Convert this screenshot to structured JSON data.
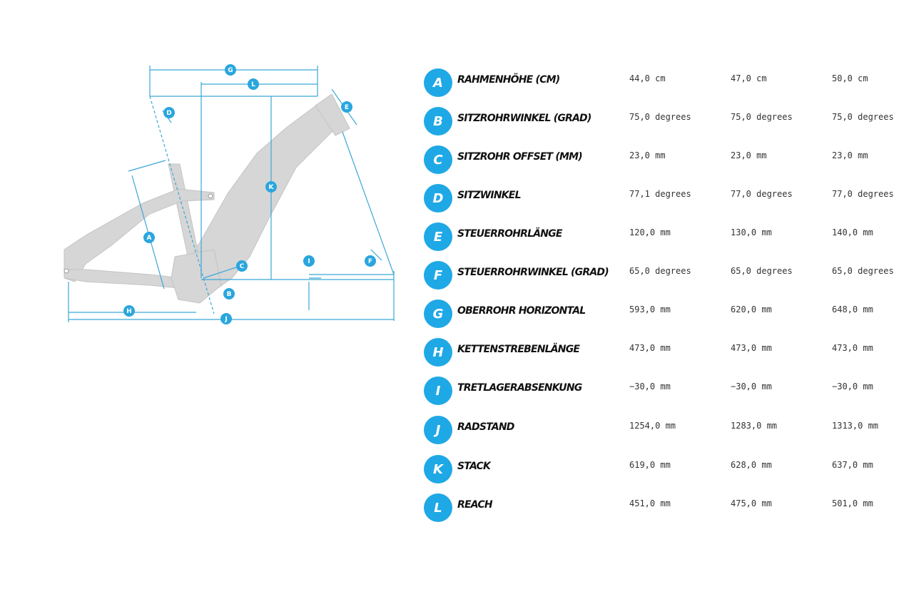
{
  "diagram": {
    "markers": [
      "A",
      "B",
      "C",
      "D",
      "E",
      "F",
      "G",
      "H",
      "I",
      "J",
      "K",
      "L"
    ]
  },
  "rows": [
    {
      "letter": "A",
      "label": "Rahmenhöhe (cm)",
      "values": [
        "44,0 cm",
        "47,0 cm",
        "50,0 cm"
      ]
    },
    {
      "letter": "B",
      "label": "Sitzrohrwinkel (Grad)",
      "values": [
        "75,0 degrees",
        "75,0 degrees",
        "75,0 degrees"
      ]
    },
    {
      "letter": "C",
      "label": "Sitzrohr Offset (mm)",
      "values": [
        "23,0 mm",
        "23,0 mm",
        "23,0 mm"
      ]
    },
    {
      "letter": "D",
      "label": "Sitzwinkel",
      "values": [
        "77,1 degrees",
        "77,0 degrees",
        "77,0 degrees"
      ]
    },
    {
      "letter": "E",
      "label": "Steuerrohrlänge",
      "values": [
        "120,0 mm",
        "130,0 mm",
        "140,0 mm"
      ]
    },
    {
      "letter": "F",
      "label": "Steuerrohrwinkel (Grad)",
      "values": [
        "65,0 degrees",
        "65,0 degrees",
        "65,0 degrees"
      ]
    },
    {
      "letter": "G",
      "label": "Oberrohr horizontal",
      "values": [
        "593,0 mm",
        "620,0 mm",
        "648,0 mm"
      ]
    },
    {
      "letter": "H",
      "label": "Kettenstrebenlänge",
      "values": [
        "473,0 mm",
        "473,0 mm",
        "473,0 mm"
      ]
    },
    {
      "letter": "I",
      "label": "Tretlagerabsenkung",
      "values": [
        "−30,0 mm",
        "−30,0 mm",
        "−30,0 mm"
      ]
    },
    {
      "letter": "J",
      "label": "Radstand",
      "values": [
        "1254,0 mm",
        "1283,0 mm",
        "1313,0 mm"
      ]
    },
    {
      "letter": "K",
      "label": "Stack",
      "values": [
        "619,0 mm",
        "628,0 mm",
        "637,0 mm"
      ]
    },
    {
      "letter": "L",
      "label": "Reach",
      "values": [
        "451,0 mm",
        "475,0 mm",
        "501,0 mm"
      ]
    }
  ]
}
